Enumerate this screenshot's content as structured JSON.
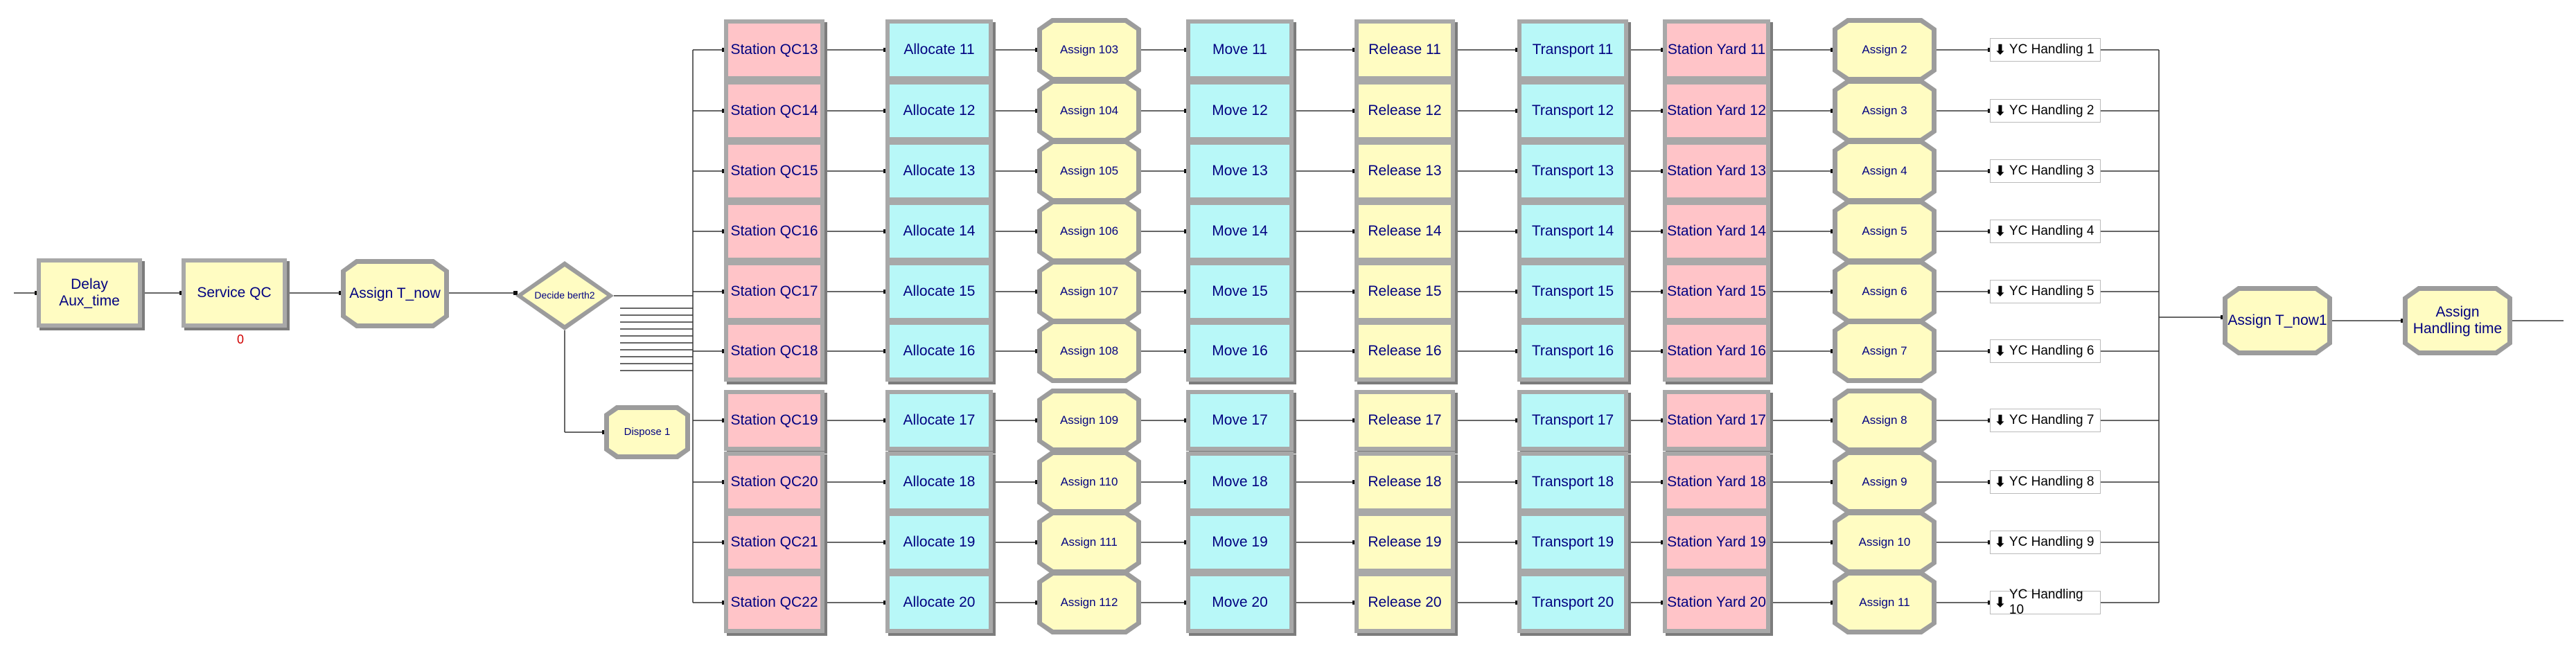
{
  "front": {
    "delay": "Delay Aux_time",
    "service": "Service QC",
    "service_counter": "0",
    "assign_tnow": "Assign T_now",
    "decide": "Decide berth2",
    "dispose": "Dispose 1"
  },
  "columns": {
    "station_qc": [
      "Station QC13",
      "Station QC14",
      "Station QC15",
      "Station QC16",
      "Station QC17",
      "Station QC18",
      "Station QC19",
      "Station QC20",
      "Station QC21",
      "Station QC22"
    ],
    "allocate": [
      "Allocate 11",
      "Allocate 12",
      "Allocate 13",
      "Allocate 14",
      "Allocate 15",
      "Allocate 16",
      "Allocate 17",
      "Allocate 18",
      "Allocate 19",
      "Allocate 20"
    ],
    "assign_a": [
      "Assign 103",
      "Assign 104",
      "Assign 105",
      "Assign 106",
      "Assign 107",
      "Assign 108",
      "Assign 109",
      "Assign 110",
      "Assign 111",
      "Assign 112"
    ],
    "move": [
      "Move 11",
      "Move 12",
      "Move 13",
      "Move 14",
      "Move 15",
      "Move 16",
      "Move 17",
      "Move 18",
      "Move 19",
      "Move 20"
    ],
    "release": [
      "Release 11",
      "Release 12",
      "Release 13",
      "Release 14",
      "Release 15",
      "Release 16",
      "Release 17",
      "Release 18",
      "Release 19",
      "Release 20"
    ],
    "transport": [
      "Transport 11",
      "Transport 12",
      "Transport 13",
      "Transport 14",
      "Transport 15",
      "Transport 16",
      "Transport 17",
      "Transport 18",
      "Transport 19",
      "Transport 20"
    ],
    "station_yard": [
      "Station Yard 11",
      "Station Yard 12",
      "Station Yard 13",
      "Station Yard 14",
      "Station Yard 15",
      "Station Yard 16",
      "Station Yard 17",
      "Station Yard 18",
      "Station Yard 19",
      "Station Yard 20"
    ],
    "assign_b": [
      "Assign 2",
      "Assign 3",
      "Assign 4",
      "Assign 5",
      "Assign 6",
      "Assign 7",
      "Assign 8",
      "Assign 9",
      "Assign 10",
      "Assign 11"
    ],
    "yc_handling": [
      "YC Handling 1",
      "YC Handling 2",
      "YC Handling 3",
      "YC Handling 4",
      "YC Handling 5",
      "YC Handling 6",
      "YC Handling 7",
      "YC Handling 8",
      "YC Handling 9",
      "YC Handling 10"
    ]
  },
  "back": {
    "assign_tnow1": "Assign T_now1",
    "assign_handling": "Assign Handling time"
  },
  "colors": {
    "yellow": "#fffcc2",
    "pink": "#ffc4c8",
    "cyan": "#b8f8f8",
    "border": "#a8a8a8",
    "text": "#000080"
  },
  "icons": {
    "yc_arrow": "down-arrow-icon"
  }
}
